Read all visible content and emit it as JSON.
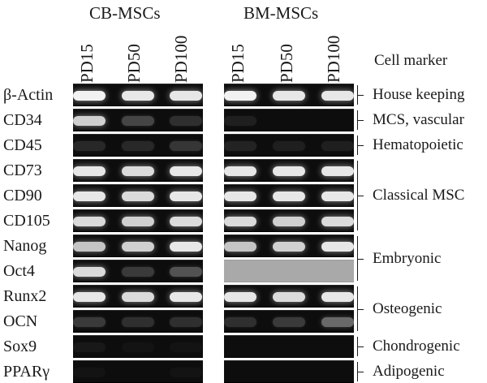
{
  "groups": [
    {
      "title": "CB-MSCs",
      "lanes": [
        "PD15",
        "PD50",
        "PD100"
      ]
    },
    {
      "title": "BM-MSCs",
      "lanes": [
        "PD15",
        "PD50",
        "PD100"
      ]
    }
  ],
  "cell_marker_title": "Cell marker",
  "rows": [
    {
      "label": "β-Actin",
      "bands": [
        [
          1.0,
          0.95,
          0.95
        ],
        [
          1.0,
          0.95,
          0.95
        ]
      ]
    },
    {
      "label": "CD34",
      "bands": [
        [
          0.85,
          0.25,
          0.15
        ],
        [
          0.08,
          0.0,
          0.0
        ]
      ]
    },
    {
      "label": "CD45",
      "bands": [
        [
          0.12,
          0.12,
          0.18
        ],
        [
          0.1,
          0.08,
          0.08
        ]
      ]
    },
    {
      "label": "CD73",
      "bands": [
        [
          0.95,
          0.9,
          0.95
        ],
        [
          0.95,
          0.95,
          0.95
        ]
      ]
    },
    {
      "label": "CD90",
      "bands": [
        [
          0.95,
          0.9,
          0.95
        ],
        [
          0.95,
          0.95,
          0.95
        ]
      ]
    },
    {
      "label": "CD105",
      "bands": [
        [
          0.9,
          0.85,
          0.9
        ],
        [
          0.9,
          0.85,
          0.9
        ]
      ]
    },
    {
      "label": "Nanog",
      "bands": [
        [
          0.8,
          0.85,
          0.95
        ],
        [
          0.8,
          0.85,
          0.95
        ]
      ]
    },
    {
      "label": "Oct4",
      "bands": [
        [
          0.9,
          0.2,
          0.3
        ],
        [
          0.0,
          0.0,
          0.0
        ]
      ],
      "faint": [
        false,
        true
      ]
    },
    {
      "label": "Runx2",
      "bands": [
        [
          0.95,
          0.9,
          0.95
        ],
        [
          0.95,
          0.9,
          0.95
        ]
      ]
    },
    {
      "label": "OCN",
      "bands": [
        [
          0.2,
          0.15,
          0.15
        ],
        [
          0.15,
          0.2,
          0.4
        ]
      ]
    },
    {
      "label": "Sox9",
      "bands": [
        [
          0.05,
          0.03,
          0.03
        ],
        [
          0.0,
          0.0,
          0.0
        ]
      ]
    },
    {
      "label": "PPARγ",
      "bands": [
        [
          0.03,
          0.0,
          0.03
        ],
        [
          0.0,
          0.0,
          0.0
        ]
      ]
    }
  ],
  "categories": [
    {
      "label": "House keeping",
      "rows": [
        0,
        0
      ]
    },
    {
      "label": "MCS, vascular",
      "rows": [
        1,
        1
      ]
    },
    {
      "label": "Hematopoietic",
      "rows": [
        2,
        2
      ]
    },
    {
      "label": "Classical MSC",
      "rows": [
        3,
        5
      ]
    },
    {
      "label": "Embryonic",
      "rows": [
        6,
        7
      ]
    },
    {
      "label": "Osteogenic",
      "rows": [
        8,
        9
      ]
    },
    {
      "label": "Chondrogenic",
      "rows": [
        10,
        10
      ]
    },
    {
      "label": "Adipogenic",
      "rows": [
        11,
        11
      ]
    }
  ]
}
